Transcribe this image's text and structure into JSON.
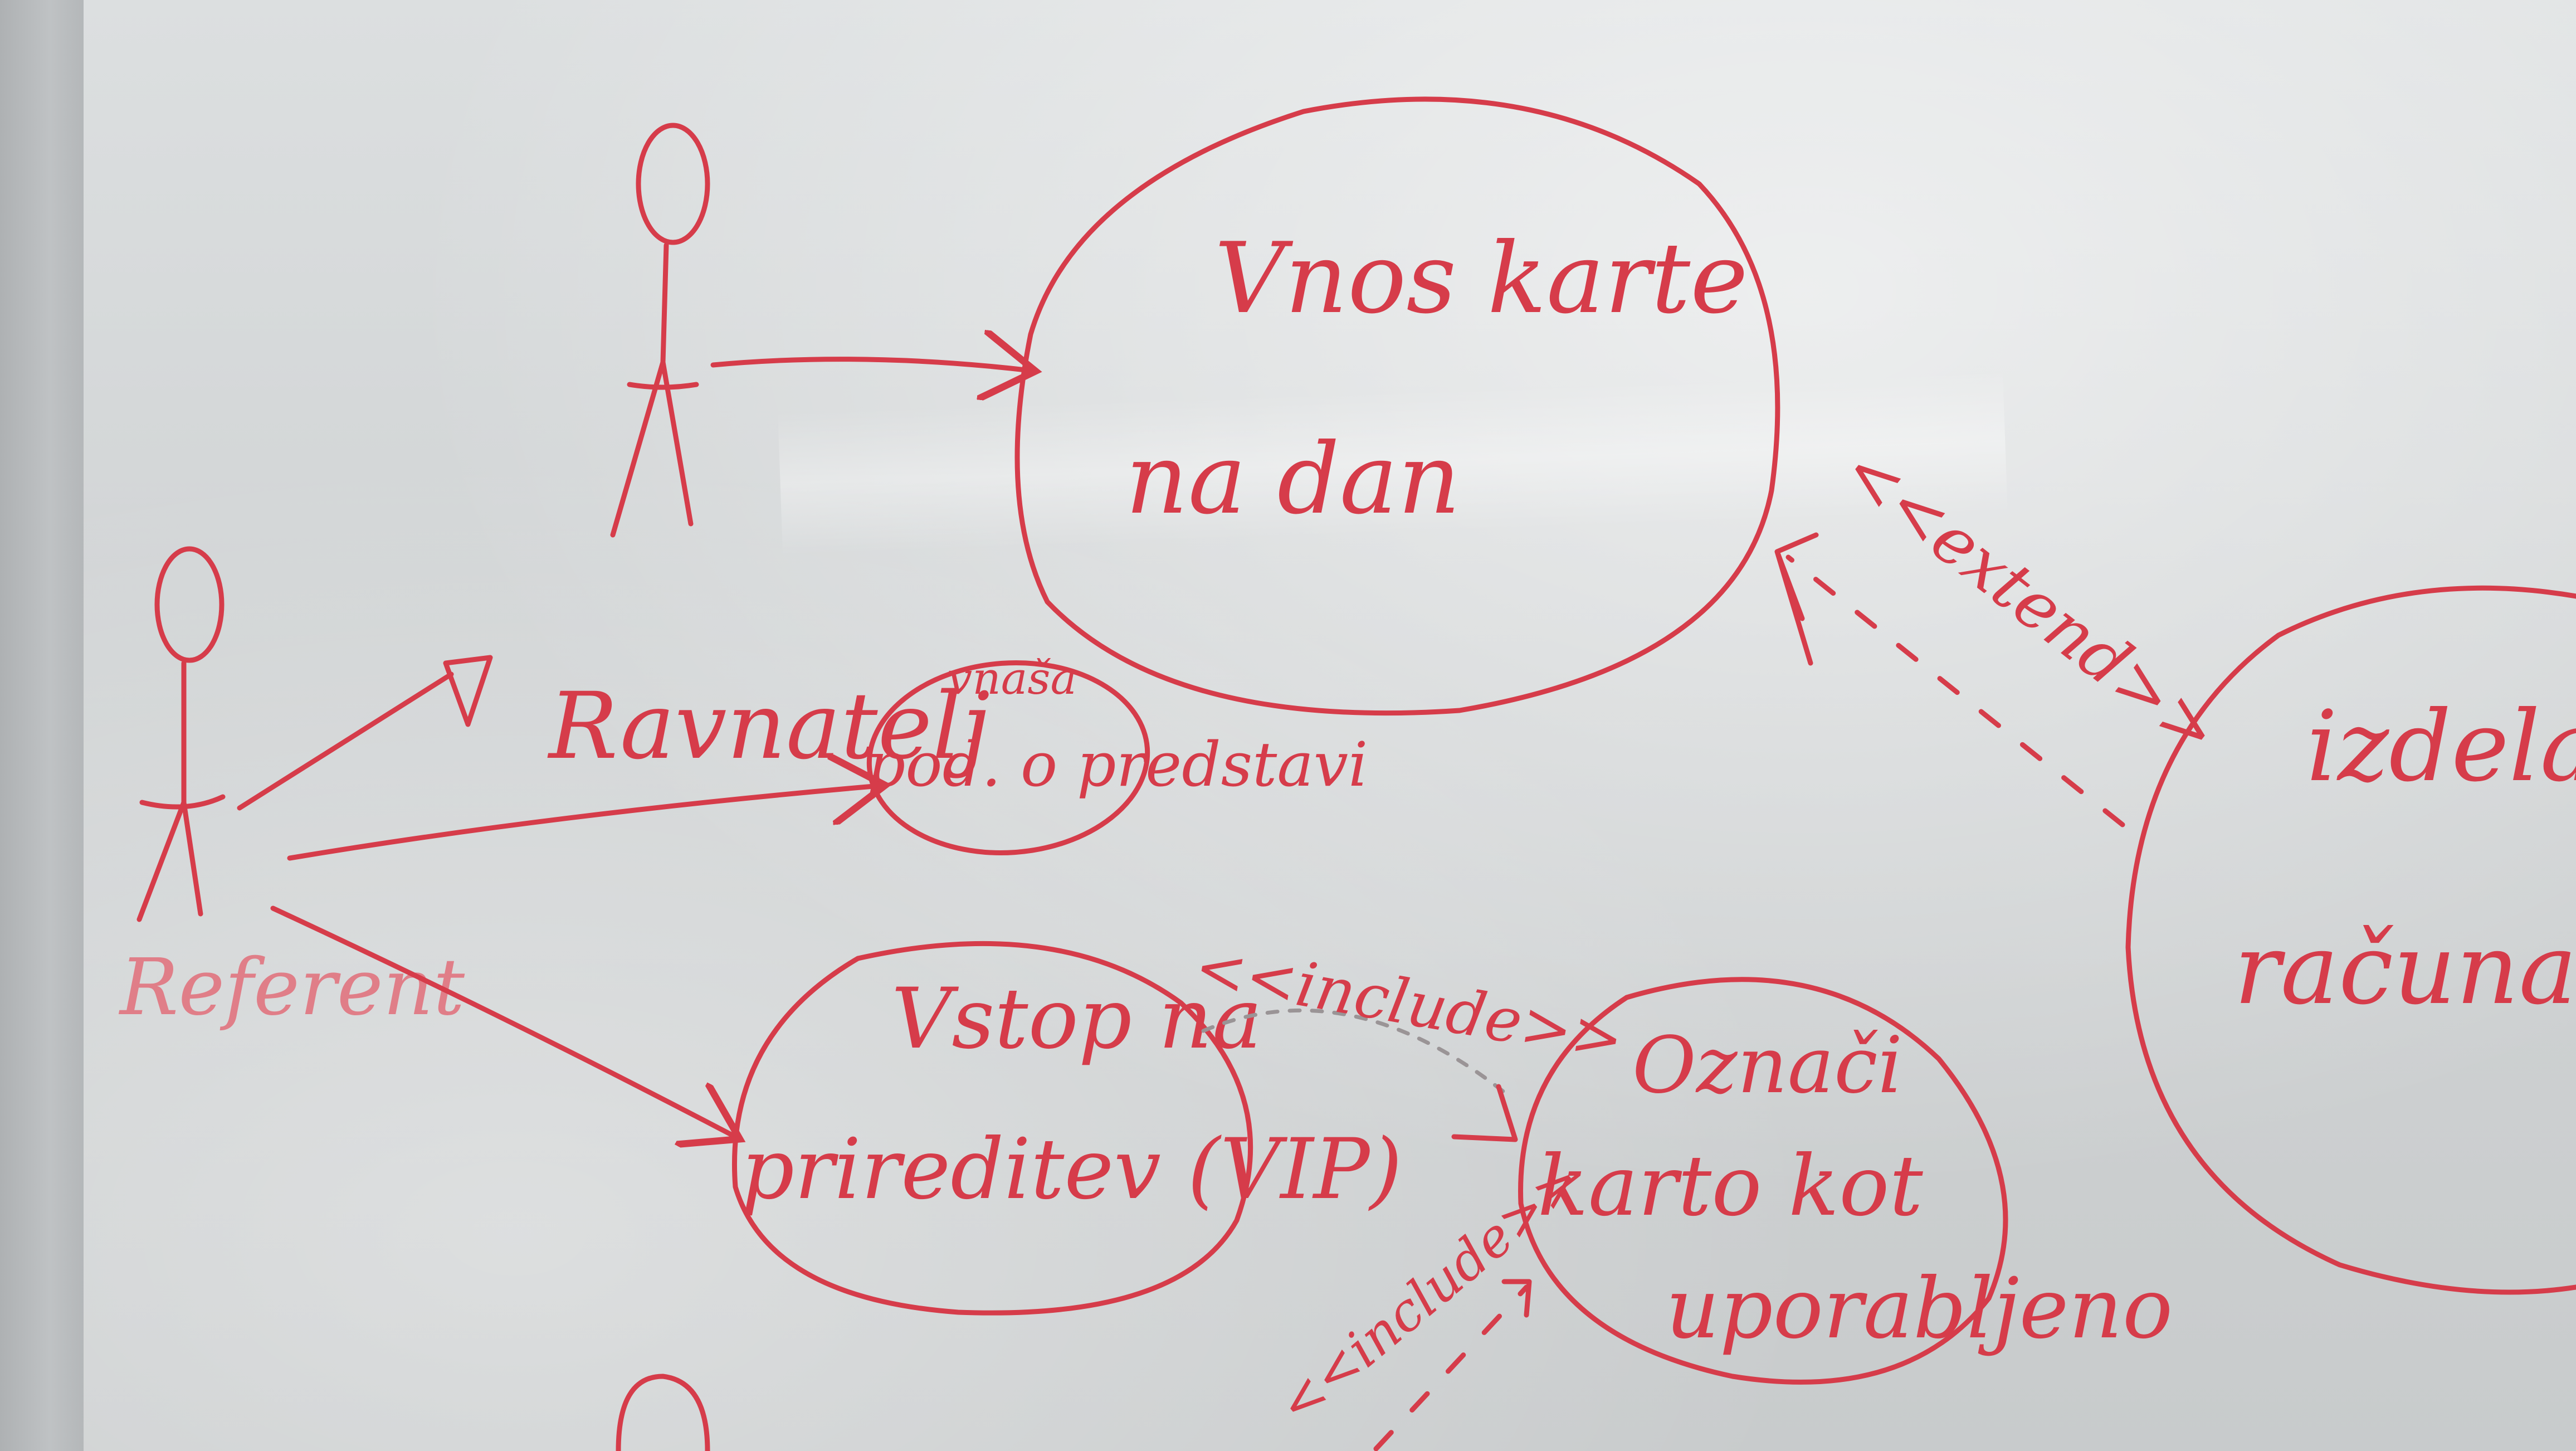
{
  "colors": {
    "ink": "#d63c4a",
    "board": "#d2d5d6"
  },
  "actors": {
    "a1": {
      "label": "Ravnatelj"
    },
    "a2": {
      "label": "Referent"
    }
  },
  "use_cases": {
    "uc1": {
      "line1": "Vnos karte",
      "line2": "na dan"
    },
    "uc2": {
      "line1": "vnaša",
      "line2": "pod. o predstavi"
    },
    "uc3": {
      "line1": "Vstop na",
      "line2": "prireditev (VIP)"
    },
    "uc4": {
      "line1": "Označi",
      "line2": "karto kot",
      "line3": "uporabljeno"
    },
    "uc5": {
      "line1": "izdelava",
      "line2": "računa"
    }
  },
  "relations": {
    "extend_label": "<<extend>>",
    "include_label_1": "<<include>>",
    "include_label_2": "<<include>>"
  }
}
